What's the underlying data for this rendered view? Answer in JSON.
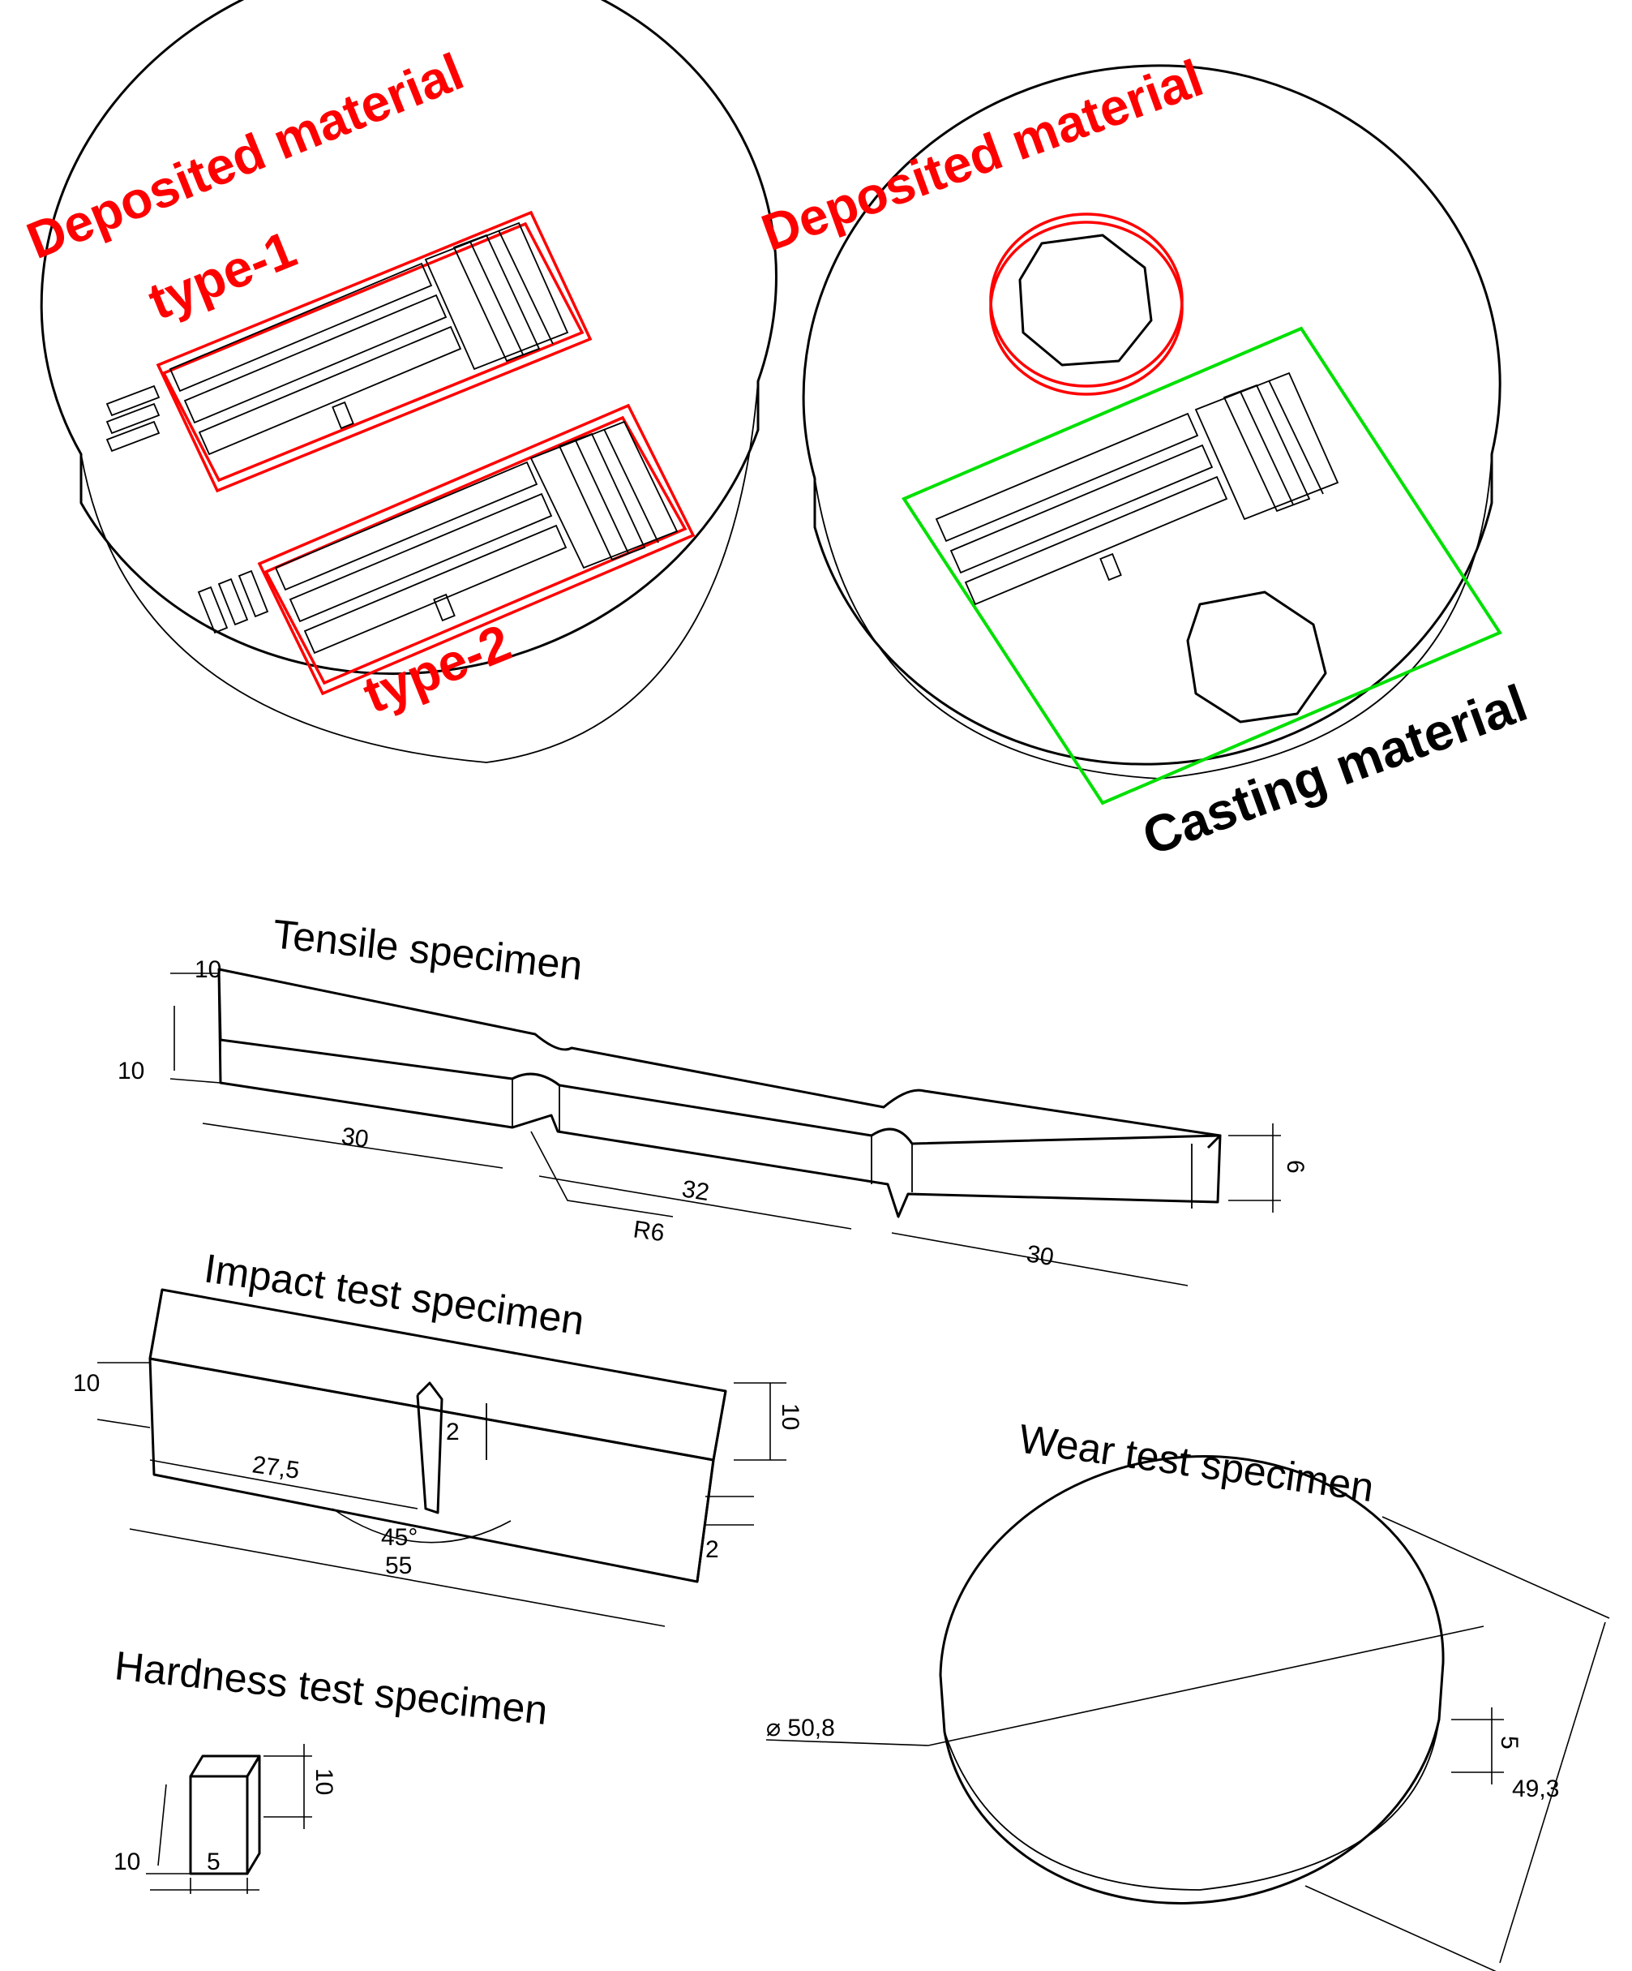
{
  "labels": {
    "deposited_left": "Deposited material",
    "deposited_right": "Deposited material",
    "type1": "type-1",
    "type2": "type-2",
    "casting": "Casting material"
  },
  "titles": {
    "tensile": "Tensile specimen",
    "impact": "Impact test specimen",
    "wear": "Wear test specimen",
    "hardness": "Hardness test specimen"
  },
  "tensile_dims": {
    "height_top": "10",
    "height_side": "10",
    "grip_left": "30",
    "gauge": "32",
    "radius": "R6",
    "grip_right": "30",
    "gauge_width": "6"
  },
  "impact_dims": {
    "height_left": "10",
    "height_right": "10",
    "notch_depth": "2",
    "notch_position": "27,5",
    "notch_angle": "45°",
    "length": "55",
    "notch_width": "2"
  },
  "wear_dims": {
    "diameter": "⌀ 50,8",
    "thickness": "5",
    "overall": "49,3"
  },
  "hardness_dims": {
    "height": "10",
    "depth": "10",
    "width": "5"
  },
  "colors": {
    "deposited": "#ff0000",
    "casting_outline": "#00e000",
    "line": "#000000"
  }
}
